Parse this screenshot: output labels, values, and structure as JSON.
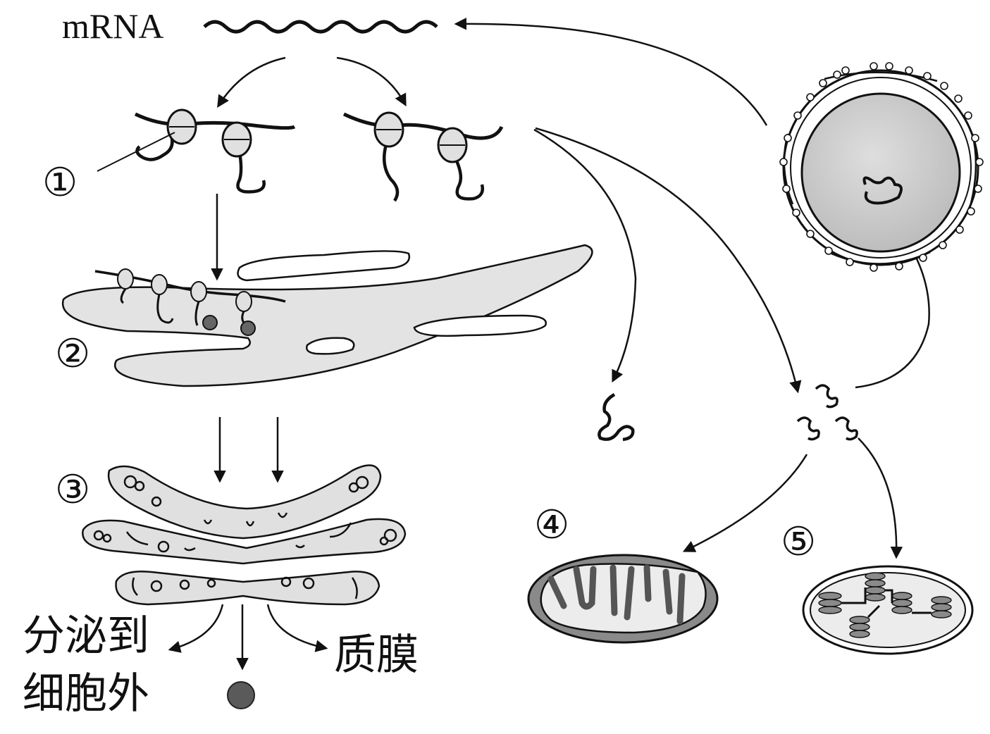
{
  "labels": {
    "mrna": "mRNA",
    "num1": "①",
    "num2": "②",
    "num3": "③",
    "num4": "④",
    "num5": "⑤",
    "secrete_line1": "分泌到",
    "secrete_line2": "细胞外",
    "membrane": "质膜"
  },
  "colors": {
    "ink": "#111111",
    "organelle_fill": "#e4e4e4",
    "nucleus_fill": "#cfcfcf",
    "mito_outer": "#8a8a8a",
    "vesicle_dot": "#5a5a5a"
  }
}
